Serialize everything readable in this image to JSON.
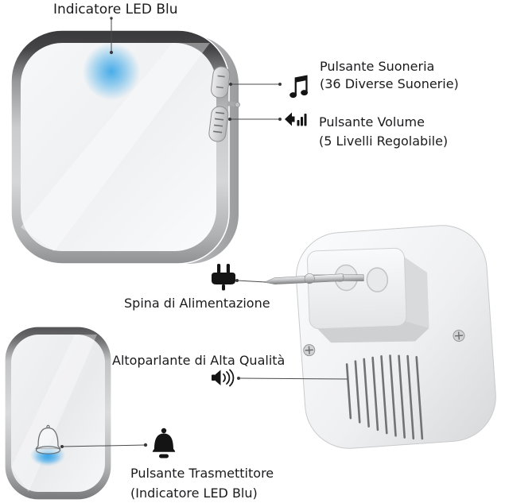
{
  "colors": {
    "background": "#ffffff",
    "text": "#1b1b1d",
    "leader_line": "#4a4a4a",
    "led_blue": "#3fa9e8",
    "icon_black": "#141414",
    "device_body": "#f2f3f5",
    "bezel_dark": "#3a3a3c"
  },
  "annotations": {
    "led_indicator": {
      "label": "Indicatore LED Blu"
    },
    "ringtone_button": {
      "title": "Pulsante Suoneria",
      "subtitle": "(36 Diverse Suonerie)",
      "icon": "music-notes-icon"
    },
    "volume_button": {
      "title": "Pulsante Volume",
      "subtitle": "(5 Livelli Regolabile)",
      "icon": "speaker-volume-icon"
    },
    "power_plug": {
      "label": "Spina di Alimentazione",
      "icon": "power-plug-icon"
    },
    "speaker": {
      "label": "Altoparlante di Alta Qualità",
      "icon": "speaker-sound-waves-icon"
    },
    "transmitter_button": {
      "title": "Pulsante Trasmettitore",
      "subtitle": "(Indicatore LED Blu)",
      "icon": "bell-icon"
    }
  }
}
